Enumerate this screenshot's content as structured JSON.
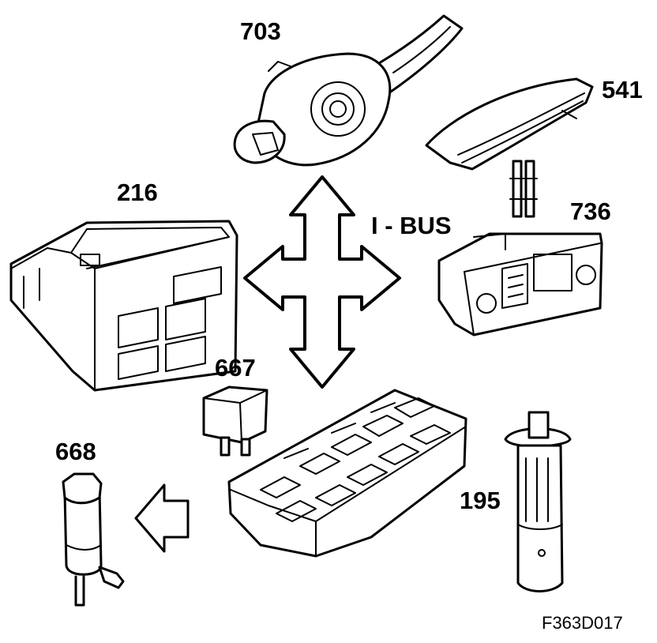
{
  "labels": {
    "p703": "703",
    "p541": "541",
    "p216": "216",
    "p736": "736",
    "bus": "I - BUS",
    "p667": "667",
    "p668": "668",
    "p195": "195"
  },
  "figure_code": "F363D017"
}
